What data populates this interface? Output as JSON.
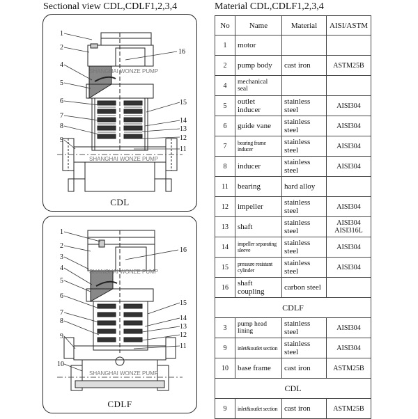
{
  "headings": {
    "left": "Sectional view  CDL,CDLF1,2,3,4",
    "right": "Material  CDL,CDLF1,2,3,4"
  },
  "panels": {
    "top": {
      "label": "CDL",
      "watermark": "SHANGHAI WONZE PUMP",
      "numbers_left": [
        "1",
        "2",
        "4",
        "5",
        "6",
        "7",
        "8",
        "9"
      ],
      "numbers_right": [
        "16",
        "15",
        "14",
        "13",
        "12",
        "11"
      ]
    },
    "bottom": {
      "label": "CDLF",
      "watermark": "SHANGHAI WONZE PUMP",
      "numbers_left": [
        "1",
        "2",
        "3",
        "4",
        "5",
        "6",
        "7",
        "8",
        "9",
        "10"
      ],
      "numbers_right": [
        "16",
        "15",
        "14",
        "13",
        "12",
        "11"
      ]
    }
  },
  "table": {
    "headers": [
      "No",
      "Name",
      "Material",
      "AISI/ASTM"
    ],
    "rows": [
      {
        "no": "1",
        "name": "motor",
        "material": "",
        "std": ""
      },
      {
        "no": "2",
        "name": "pump body",
        "material": "cast iron",
        "std": "ASTM25B"
      },
      {
        "no": "4",
        "name": "mechanical seal",
        "material": "",
        "std": ""
      },
      {
        "no": "5",
        "name": "outlet inducer",
        "material": "stainless steel",
        "std": "AISI304"
      },
      {
        "no": "6",
        "name": "guide vane",
        "material": "stainless steel",
        "std": "AISI304"
      },
      {
        "no": "7",
        "name": "bearing frame inducer",
        "material": "stainless steel",
        "std": "AISI304"
      },
      {
        "no": "8",
        "name": "inducer",
        "material": "stainless steel",
        "std": "AISI304"
      },
      {
        "no": "11",
        "name": "bearing",
        "material": "hard alloy",
        "std": ""
      },
      {
        "no": "12",
        "name": "impeller",
        "material": "stainless steel",
        "std": "AISI304"
      },
      {
        "no": "13",
        "name": "shaft",
        "material": "stainless steel",
        "std": "AISI304",
        "std2": "AISI316L"
      },
      {
        "no": "14",
        "name": "impeller separating sleeve",
        "material": "stainless steel",
        "std": "AISI304"
      },
      {
        "no": "15",
        "name": "pressure resistant cylinder",
        "material": "stainless steel",
        "std": "AISI304"
      },
      {
        "no": "16",
        "name": "shaft coupling",
        "material": "carbon steel",
        "std": ""
      }
    ],
    "section_cdlf": "CDLF",
    "rows_cdlf": [
      {
        "no": "3",
        "name": "pump head lining",
        "material": "stainless steel",
        "std": "AISI304"
      },
      {
        "no": "9",
        "name": "inlet&outlet section",
        "material": "stainless steel",
        "std": "AISI304"
      },
      {
        "no": "10",
        "name": "base frame",
        "material": "cast iron",
        "std": "ASTM25B"
      }
    ],
    "section_cdl": "CDL",
    "rows_cdl": [
      {
        "no": "9",
        "name": "inlet&outlet section",
        "material": "cast iron",
        "std": "ASTM25B"
      }
    ]
  }
}
